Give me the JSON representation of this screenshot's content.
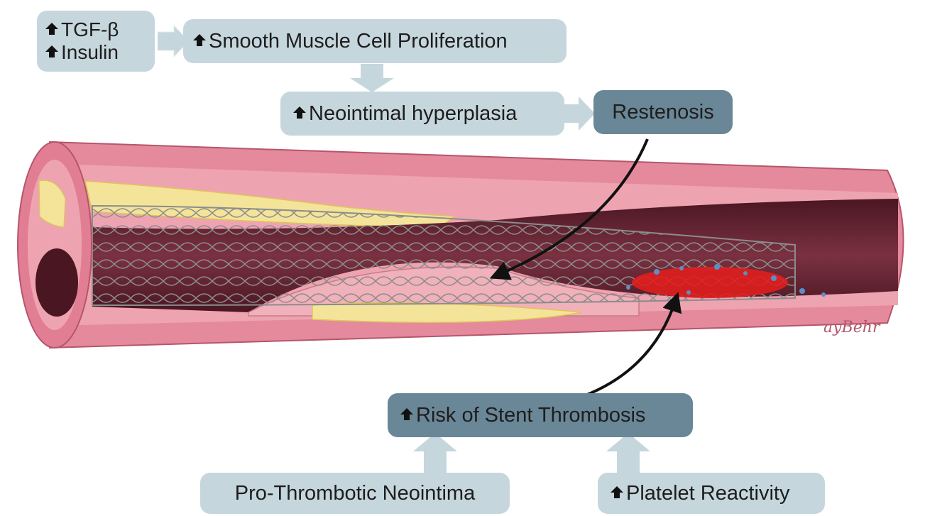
{
  "boxes": {
    "growth_factors": {
      "line1": "TGF-β",
      "line2": "Insulin"
    },
    "smc_proliferation": "Smooth Muscle Cell Proliferation",
    "neointimal_hyperplasia": "Neointimal hyperplasia",
    "restenosis": "Restenosis",
    "stent_thrombosis": "Risk of Stent Thrombosis",
    "pro_thrombotic_neointima": "Pro-Thrombotic Neointima",
    "platelet_reactivity": "Platelet Reactivity"
  },
  "signature": "ayBehr",
  "colors": {
    "light_box": "#c6d6dd",
    "dark_box": "#6a8797",
    "vessel_wall": "#e27e93",
    "plaque": "#f3e49a",
    "lumen": "#5b1f2c",
    "thrombus": "#e01e1e"
  }
}
